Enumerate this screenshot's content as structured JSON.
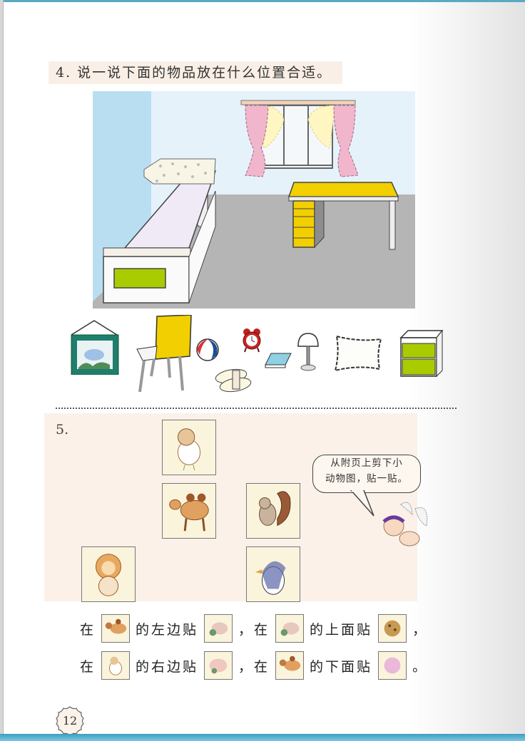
{
  "page": {
    "page_number": "12",
    "colors": {
      "top_border": "#5aa9c2",
      "bottom_border": "#3f9dc0",
      "title_band": "#f9efe6",
      "q5_panel": "#fbf1e9",
      "wall": "#e6f2fa",
      "side_wall": "#b9def2",
      "floor": "#b5b5b5",
      "desk_yellow": "#f2cf00",
      "bed_label_green": "#a9cc00",
      "curtain_pink": "#f1b6cc"
    }
  },
  "question4": {
    "title": "4. 说一说下面的物品放在什么位置合适。",
    "scene": {
      "objects": [
        "bed",
        "folded-quilt",
        "window",
        "curtains",
        "desk-with-drawers"
      ]
    },
    "items": [
      {
        "name": "framed-picture"
      },
      {
        "name": "chair"
      },
      {
        "name": "beach-ball"
      },
      {
        "name": "alarm-clock"
      },
      {
        "name": "slippers"
      },
      {
        "name": "book"
      },
      {
        "name": "desk-lamp"
      },
      {
        "name": "pillow"
      },
      {
        "name": "nightstand"
      }
    ]
  },
  "question5": {
    "number": "5.",
    "speech_bubble": {
      "line1": "从附页上剪下小",
      "line2": "动物图，贴一贴。"
    },
    "cards": [
      {
        "animal": "chick",
        "position": "top-center"
      },
      {
        "animal": "camel",
        "position": "middle-center"
      },
      {
        "animal": "squirrel",
        "position": "middle-right"
      },
      {
        "animal": "lion",
        "position": "bottom-left"
      },
      {
        "animal": "penguin",
        "position": "bottom-right"
      }
    ],
    "sentences": [
      {
        "parts": [
          "在",
          "的左边贴",
          "，在",
          "的上面贴",
          "，"
        ],
        "images": [
          "camel",
          "sheep",
          "sheep",
          "leopard"
        ]
      },
      {
        "parts": [
          "在",
          "的右边贴",
          "，在",
          "的下面贴",
          "。"
        ],
        "images": [
          "chick",
          "pig",
          "camel",
          "pink-pig"
        ]
      }
    ]
  }
}
